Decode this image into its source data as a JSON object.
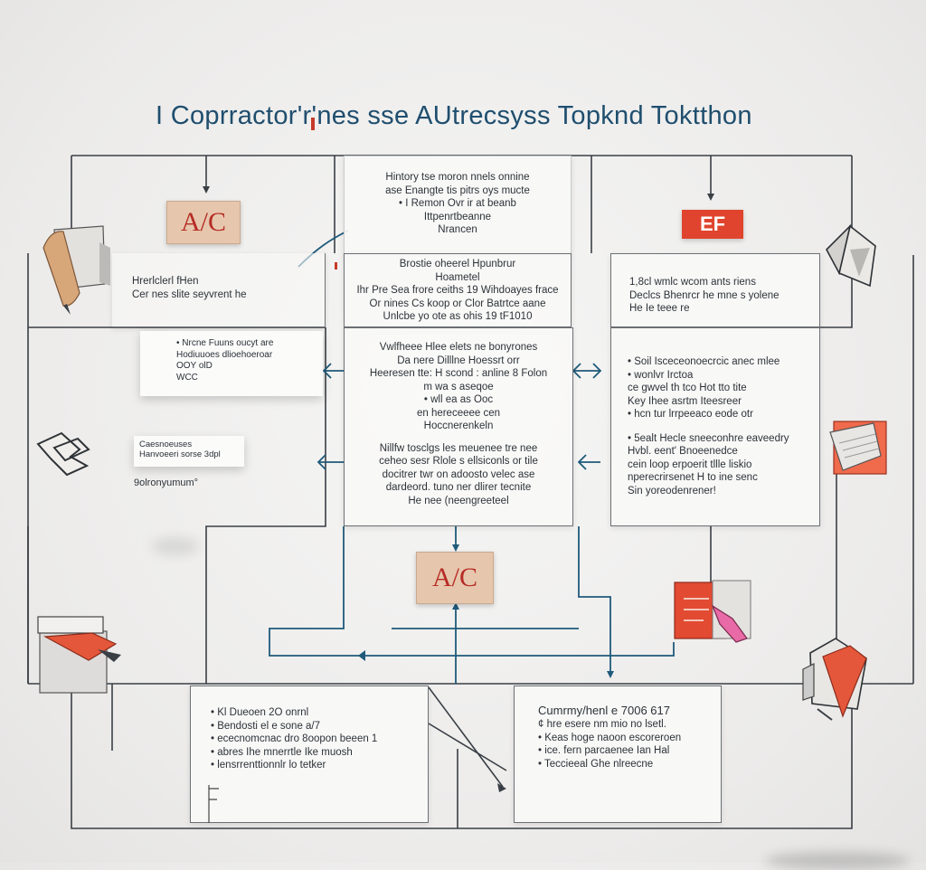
{
  "title": "I Coprractor'r'nes sse AUtrecsyss Topknd Toktthon",
  "boxes": {
    "top_center": [
      "Hintory tse moron nnels onnine",
      "ase Enangte tis pitrs oys mucte",
      "• I Remon Ovr ir at beanb",
      "Ittpenrtbeanne",
      "Nrancen"
    ],
    "mid_center": [
      "Brostie oheerel Hpunbrur",
      "Hoametel",
      "Ihr Pre Sea frore ceiths 19 Wihdoayes frace",
      "Or nines Cs koop or Clor Batrtce aane",
      "Unlcbe yo ote as ohis 19 tF1010"
    ],
    "mid_left": [
      "Hrerlclerl fHen",
      "Cer nes slite seyvrent he"
    ],
    "top_right": [
      "1,8cl wmlc wcom ants riens",
      "Declcs Bhenrcr he mne s yolene",
      "He Ie teee re"
    ],
    "center_main_a": [
      "Vwlfheee Hlee elets ne bonyrones",
      "Da nere Dilllne Hoessrt orr",
      "Heeresen tte: H scond : anline 8 Folon",
      "m wa s aseqoe",
      "• wll ea as Ooc",
      "en hereceeee cen",
      "Hoccnerenkeln"
    ],
    "center_main_b": [
      "Nillfw tosclgs les meuenee tre nee",
      "ceheo sesr Rlole s ellsiconls or tile",
      "docitrer twr on adoosto velec ase",
      "dardeord. tuno ner dlirer tecnite",
      "He nee (neengreeteel"
    ],
    "right_main_a": [
      "• Soil Isceceonoecrcic anec mlee",
      "• wonlvr Irctoa",
      "ce gwvel th tco Hot tto tite",
      "Key Ihee asrtm Iteesreer",
      "• hcn tur lrrpeeaco eode otr"
    ],
    "right_main_b": [
      "• 5ealt Hecle sneeconhre eaveedry",
      "Hvbl. eent' Bnoeenedce",
      "cein loop erpoerit tllle liskio",
      "nperecrirsenet H to ine senc",
      "Sin yoreodenrener!"
    ],
    "bottom_left": [
      "• Kl Dueoen 2O onrnl",
      "• Bendosti el e sone    a/7",
      "• ececnomcnac dro 8oopon beeen 1",
      "• abres Ihe mnerrtle Ike muosh",
      "• lensrrenttionnlr lo tetker"
    ],
    "bottom_right": [
      "Cumrmy/henl e 7006 617",
      "¢ hre esere nm mio no lsetl.",
      "• Keas hoge naoon escoreroen",
      "• ice. fern parcaenee Ian Hal",
      "• Teccieeal Ghe nlreecne"
    ]
  },
  "cards": {
    "left_card": [
      "• Nrcne Fuuns oucyt are",
      "Hodiuuoes dlioehoeroar",
      "OOY olD",
      "WCC"
    ],
    "left_small": [
      "Caesnoeuses",
      "Hanvoeeri sorse 3dpl"
    ],
    "left_caption": "9olronyumum°"
  },
  "badges": {
    "badge_top_left": "A/C",
    "badge_top_right": "EF",
    "badge_center": "A/C"
  },
  "colors": {
    "line_blue": "#1f5a7a",
    "line_dark": "#3a3f45",
    "accent_red": "#e0442e",
    "title_blue": "#1f4e6e"
  },
  "icons": [
    "pencil-package-icon",
    "tag-flag-icon",
    "folder-stack-icon",
    "pen-box-icon",
    "package-box-icon",
    "origami-box-icon",
    "notebook-icon",
    "hanging-box-icon"
  ]
}
